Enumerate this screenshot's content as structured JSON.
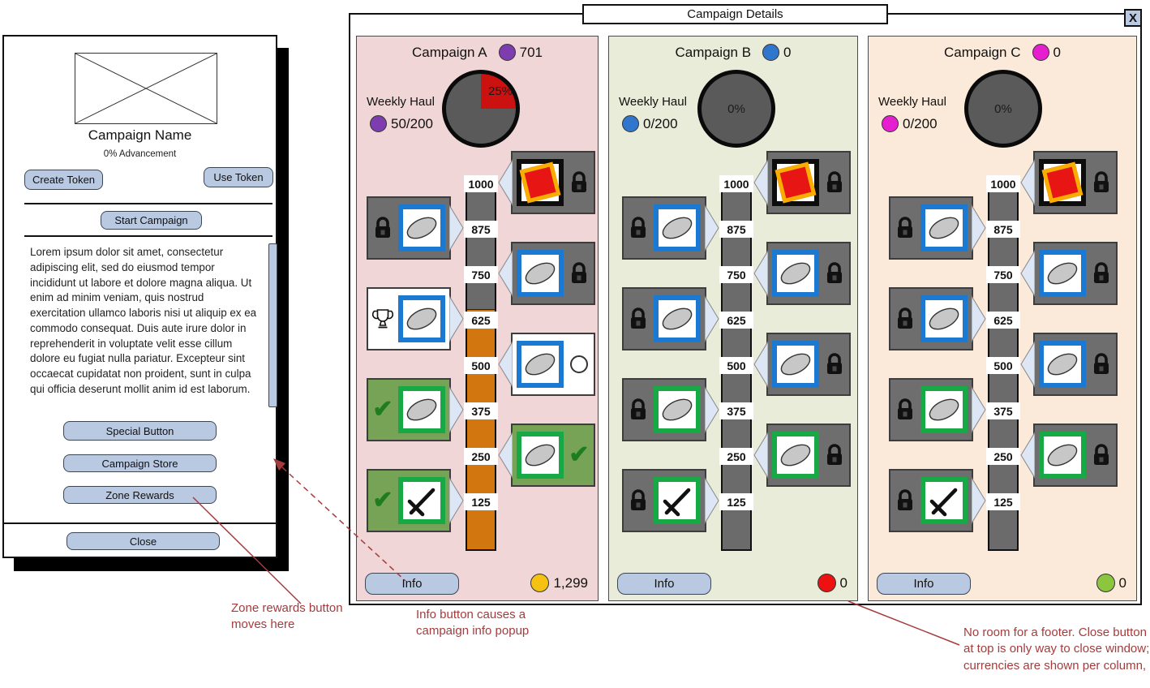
{
  "ui": {
    "annotation_color": "#a53c3c",
    "button_fill": "#b9c9e2",
    "progress_fill_color": "#d2770f",
    "pie_base_color": "#5a5a5a"
  },
  "window": {
    "title": "Campaign Details",
    "close_label": "X"
  },
  "left_panel": {
    "title": "Campaign Name",
    "subtitle": "0% Advancement",
    "buttons": {
      "create_token": "Create Token",
      "use_token": "Use Token",
      "start_campaign": "Start Campaign",
      "special": "Special Button",
      "store": "Campaign Store",
      "zone_rewards": "Zone Rewards",
      "close": "Close"
    },
    "description": "Lorem ipsum dolor sit amet, consectetur adipiscing elit, sed do eiusmod tempor incididunt ut labore et dolore magna aliqua. Ut enim ad minim veniam, quis nostrud exercitation ullamco laboris nisi ut aliquip ex ea commodo consequat. Duis aute irure dolor in reprehenderit in voluptate velit esse cillum dolore eu fugiat nulla pariatur. Excepteur sint occaecat cupidatat non proident, sunt in culpa qui officia deserunt mollit anim id est laborum."
  },
  "campaigns": [
    {
      "name": "Campaign A",
      "bg_color": "#f0d6d6",
      "header_currency": {
        "color": "#7d3daf",
        "value": "701"
      },
      "weekly_haul_label": "Weekly Haul",
      "weekly_haul": {
        "color": "#7d3daf",
        "value": "50/200"
      },
      "pie": {
        "label": "25%",
        "percent": 25,
        "wedge_color": "#cc1111"
      },
      "progress_fill_ratio": 0.65,
      "info_label": "Info",
      "footer_currency": {
        "color": "#f5c211",
        "value": "1,299"
      },
      "tiers": [
        {
          "value": "1000",
          "side": "right",
          "state": "locked",
          "icon": "special",
          "frame": "special"
        },
        {
          "value": "875",
          "side": "left",
          "state": "locked",
          "icon": "ellipse",
          "frame": "blue"
        },
        {
          "value": "750",
          "side": "right",
          "state": "locked",
          "icon": "ellipse",
          "frame": "blue"
        },
        {
          "value": "625",
          "side": "left",
          "state": "trophy",
          "icon": "ellipse",
          "frame": "blue"
        },
        {
          "value": "500",
          "side": "right",
          "state": "available",
          "icon": "ellipse",
          "frame": "blue"
        },
        {
          "value": "375",
          "side": "left",
          "state": "claimed",
          "icon": "ellipse",
          "frame": "green"
        },
        {
          "value": "250",
          "side": "right",
          "state": "claimed",
          "icon": "ellipse",
          "frame": "green"
        },
        {
          "value": "125",
          "side": "left",
          "state": "claimed",
          "icon": "sword",
          "frame": "green"
        }
      ]
    },
    {
      "name": "Campaign B",
      "bg_color": "#e9ecd9",
      "header_currency": {
        "color": "#3076cc",
        "value": "0"
      },
      "weekly_haul_label": "Weekly Haul",
      "weekly_haul": {
        "color": "#3076cc",
        "value": "0/200"
      },
      "pie": {
        "label": "0%",
        "percent": 0,
        "wedge_color": "#cc1111"
      },
      "progress_fill_ratio": 0,
      "info_label": "Info",
      "footer_currency": {
        "color": "#ee1111",
        "value": "0"
      },
      "tiers": [
        {
          "value": "1000",
          "side": "right",
          "state": "locked",
          "icon": "special",
          "frame": "special"
        },
        {
          "value": "875",
          "side": "left",
          "state": "locked",
          "icon": "ellipse",
          "frame": "blue"
        },
        {
          "value": "750",
          "side": "right",
          "state": "locked",
          "icon": "ellipse",
          "frame": "blue"
        },
        {
          "value": "625",
          "side": "left",
          "state": "locked",
          "icon": "ellipse",
          "frame": "blue"
        },
        {
          "value": "500",
          "side": "right",
          "state": "locked",
          "icon": "ellipse",
          "frame": "blue"
        },
        {
          "value": "375",
          "side": "left",
          "state": "locked",
          "icon": "ellipse",
          "frame": "green"
        },
        {
          "value": "250",
          "side": "right",
          "state": "locked",
          "icon": "ellipse",
          "frame": "green"
        },
        {
          "value": "125",
          "side": "left",
          "state": "locked",
          "icon": "sword",
          "frame": "green"
        }
      ]
    },
    {
      "name": "Campaign C",
      "bg_color": "#fbead9",
      "header_currency": {
        "color": "#e51fd0",
        "value": "0"
      },
      "weekly_haul_label": "Weekly Haul",
      "weekly_haul": {
        "color": "#e51fd0",
        "value": "0/200"
      },
      "pie": {
        "label": "0%",
        "percent": 0,
        "wedge_color": "#cc1111"
      },
      "progress_fill_ratio": 0,
      "info_label": "Info",
      "footer_currency": {
        "color": "#8cc63e",
        "value": "0"
      },
      "tiers": [
        {
          "value": "1000",
          "side": "right",
          "state": "locked",
          "icon": "special",
          "frame": "special"
        },
        {
          "value": "875",
          "side": "left",
          "state": "locked",
          "icon": "ellipse",
          "frame": "blue"
        },
        {
          "value": "750",
          "side": "right",
          "state": "locked",
          "icon": "ellipse",
          "frame": "blue"
        },
        {
          "value": "625",
          "side": "left",
          "state": "locked",
          "icon": "ellipse",
          "frame": "blue"
        },
        {
          "value": "500",
          "side": "right",
          "state": "locked",
          "icon": "ellipse",
          "frame": "blue"
        },
        {
          "value": "375",
          "side": "left",
          "state": "locked",
          "icon": "ellipse",
          "frame": "green"
        },
        {
          "value": "250",
          "side": "right",
          "state": "locked",
          "icon": "ellipse",
          "frame": "green"
        },
        {
          "value": "125",
          "side": "left",
          "state": "locked",
          "icon": "sword",
          "frame": "green"
        }
      ]
    }
  ],
  "annotations": [
    {
      "text": "Zone rewards button moves here"
    },
    {
      "text": "Info button causes a campaign info popup"
    },
    {
      "text": "No room for a footer. Close button at top is only way to close window; currencies are shown per column,"
    }
  ]
}
